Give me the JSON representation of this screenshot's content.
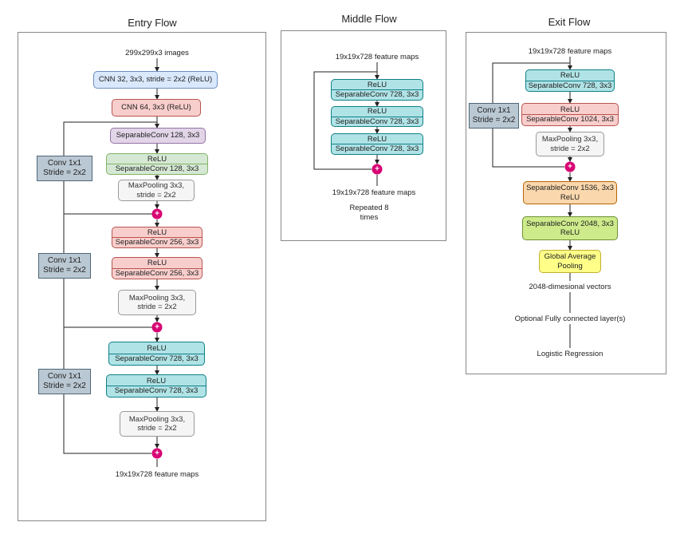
{
  "entry": {
    "title": "Entry Flow",
    "input_label": "299x299x3 images",
    "cnn32": "CNN 32, 3x3, stride = 2x2 (ReLU)",
    "cnn64": "CNN 64, 3x3 (ReLU)",
    "sep128_a": "SeparableConv 128, 3x3",
    "relu_1": "ReLU",
    "sep128_b": "SeparableConv 128, 3x3",
    "maxpool_1": [
      "MaxPooling 3x3,",
      "stride = 2x2"
    ],
    "relu_2": "ReLU",
    "sep256_a": "SeparableConv 256, 3x3",
    "relu_3": "ReLU",
    "sep256_b": "SeparableConv 256, 3x3",
    "maxpool_2": [
      "MaxPooling 3x3,",
      "stride = 2x2"
    ],
    "relu_4": "ReLU",
    "sep728_a": "SeparableConv 728, 3x3",
    "relu_5": "ReLU",
    "sep728_b": "SeparableConv 728, 3x3",
    "maxpool_3": [
      "MaxPooling 3x3,",
      "stride = 2x2"
    ],
    "side_1": [
      "Conv 1x1",
      "Stride = 2x2"
    ],
    "side_2": [
      "Conv 1x1",
      "Stride = 2x2"
    ],
    "side_3": [
      "Conv 1x1",
      "Stride = 2x2"
    ],
    "output_label": "19x19x728 feature maps"
  },
  "middle": {
    "title": "Middle Flow",
    "input_label": "19x19x728 feature maps",
    "relu_1": "ReLU",
    "sep_1": "SeparableConv 728, 3x3",
    "relu_2": "ReLU",
    "sep_2": "SeparableConv 728, 3x3",
    "relu_3": "ReLU",
    "sep_3": "SeparableConv 728, 3x3",
    "output_label": "19x19x728 feature maps",
    "repeat_note": [
      "Repeated 8",
      "times"
    ]
  },
  "exit": {
    "title": "Exit Flow",
    "input_label": "19x19x728 feature maps",
    "relu_1": "ReLU",
    "sep728": "SeparableConv 728, 3x3",
    "relu_2": "ReLU",
    "sep1024": "SeparableConv 1024, 3x3",
    "maxpool": [
      "MaxPooling 3x3,",
      "stride = 2x2"
    ],
    "side": [
      "Conv 1x1",
      "Stride = 2x2"
    ],
    "sep1536": "SeparableConv 1536, 3x3",
    "relu_3": "ReLU",
    "sep2048": "SeparableConv 2048, 3x3",
    "relu_4": "ReLU",
    "gap": [
      "Global Average",
      "Pooling"
    ],
    "vector_label": "2048-dimesional vectors",
    "fc_label": "Optional Fully connected layer(s)",
    "logreg_label": "Logistic Regression"
  },
  "plus_symbol": "+"
}
